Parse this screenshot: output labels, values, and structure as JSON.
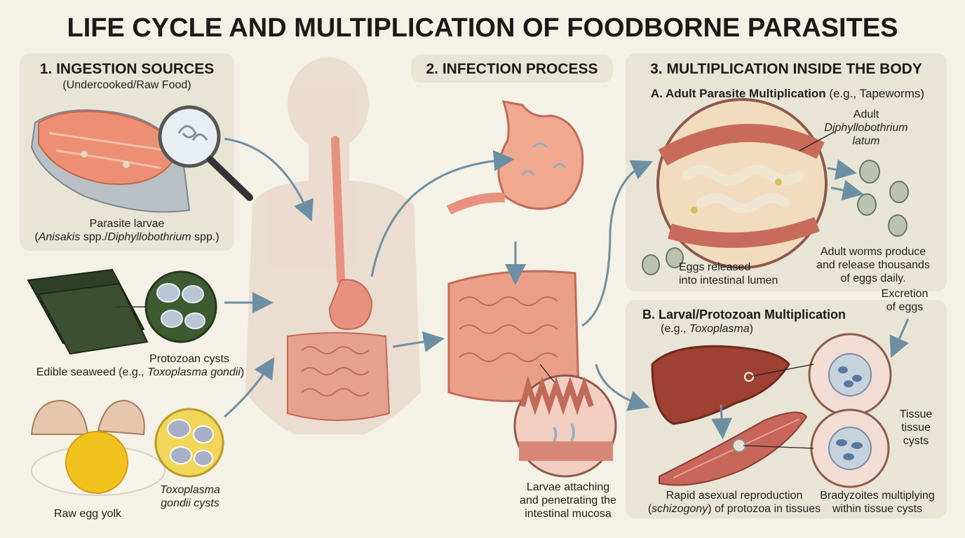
{
  "title": "LIFE CYCLE AND MULTIPLICATION OF FOODBORNE PARASITES",
  "section1": {
    "heading": "1. INGESTION SOURCES",
    "subheading": "(Undercooked/Raw Food)",
    "fish": {
      "line1": "Parasite larvae",
      "line2_open": "(",
      "line2_italic1": "Anisakis",
      "line2_mid": " spp./",
      "line2_italic2": "Diphyllobothrium",
      "line2_close": " spp.)"
    },
    "seaweed": {
      "cysts": "Protozoan cysts",
      "caption_pre": "Edible seaweed (e.g., ",
      "caption_italic": "Toxoplasma gondii",
      "caption_post": ")"
    },
    "egg": {
      "caption": "Raw egg yolk",
      "cysts_line1": "Toxoplasma",
      "cysts_line2": "gondii cysts"
    }
  },
  "section2": {
    "heading": "2. INFECTION PROCESS",
    "larvae_line1": "Larvae attaching",
    "larvae_line2": "and penetrating the",
    "larvae_line3": "intestinal mucosa"
  },
  "section3": {
    "heading": "3. MULTIPLICATION INSIDE THE BODY",
    "partA": {
      "title_bold": "A. Adult Parasite Multiplication",
      "title_rest": " (e.g., Tapeworms)",
      "adult_line1": "Adult",
      "adult_line2": "Diphyllobothrium",
      "adult_line3": "latum",
      "eggs_line1": "Eggs released",
      "eggs_line2": "into intestinal lumen",
      "worms_line1": "Adult worms produce",
      "worms_line2": "and release thousands",
      "worms_line3": "of eggs daily."
    },
    "excretion_line1": "Excretion",
    "excretion_line2": "of eggs",
    "partB": {
      "title": "B. Larval/Protozoan Multiplication",
      "sub_pre": "(e.g., ",
      "sub_italic": "Toxoplasma",
      "sub_post": ")",
      "tissue_line1": "Tissue",
      "tissue_line2": "tissue",
      "tissue_line3": "cysts",
      "rapid_line1": "Rapid asexual reproduction",
      "rapid_line2_open": "(",
      "rapid_line2_italic": "schizogony",
      "rapid_line2_rest": ") of protozoa in tissues",
      "brady_line1": "Bradyzoites multiplying",
      "brady_line2": "within tissue cysts"
    }
  },
  "colors": {
    "background": "#f4f1e6",
    "panel": "#e9e5d6",
    "arrow": "#6d8fa3",
    "tissue": "#e8917f",
    "cyst_green": "#3e5a30",
    "cyst_yellow": "#f2d65a"
  }
}
